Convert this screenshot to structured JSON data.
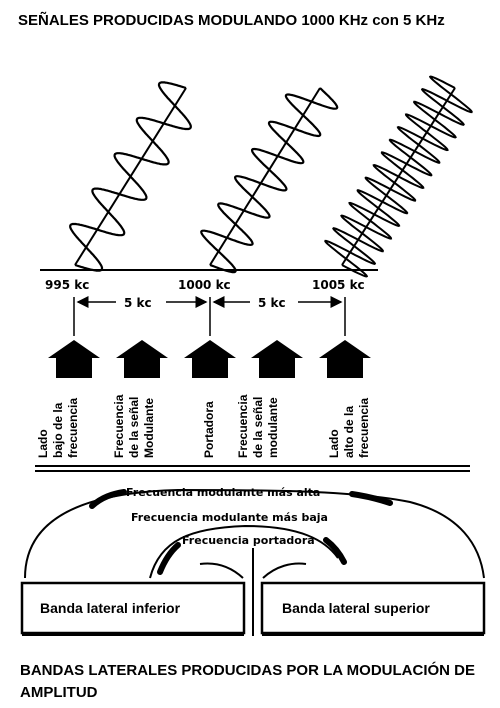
{
  "title_top": "SEÑALES PRODUCIDAS MODULANDO 1000 KHz con 5 KHz",
  "title_bottom": "BANDAS LATERALES PRODUCIDAS POR LA MODULACIÓN DE AMPLITUD",
  "frequencies": [
    "995 kc",
    "1000 kc",
    "1005 kc"
  ],
  "spacing_labels": [
    "5 kc",
    "5 kc"
  ],
  "components": [
    {
      "lines": [
        "Lado",
        "bajo de la",
        "frecuencia"
      ]
    },
    {
      "lines": [
        "Frecuencia",
        "de la señal",
        "Modulante"
      ]
    },
    {
      "lines": [
        "Portadora"
      ]
    },
    {
      "lines": [
        "Frecuencia",
        "de la señal",
        "modulante"
      ]
    },
    {
      "lines": [
        "Lado",
        "alto de la",
        "frecuencia"
      ]
    }
  ],
  "arcs": {
    "high": "Frecuencia modulante más alta",
    "low": "Frecuencia modulante más baja",
    "carrier": "Frecuencia portadora"
  },
  "bands": {
    "lower": "Banda lateral inferior",
    "upper": "Banda lateral superior"
  }
}
